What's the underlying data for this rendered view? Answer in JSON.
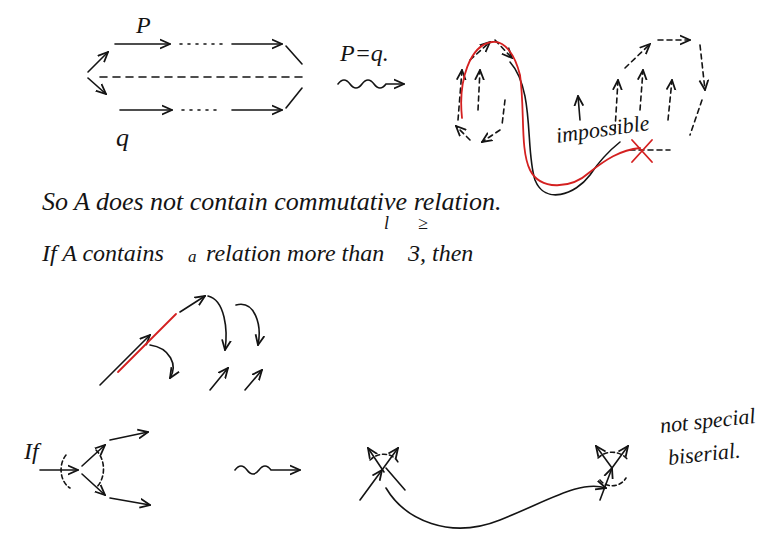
{
  "diagram": {
    "labels": [
      "P",
      "q",
      "P=q.",
      "impossible",
      "So A does not contain commutative relation.",
      "If A contains",
      "a",
      "relation more than",
      "l",
      "≥",
      "3, then",
      "If",
      "not special",
      "biserial."
    ]
  }
}
